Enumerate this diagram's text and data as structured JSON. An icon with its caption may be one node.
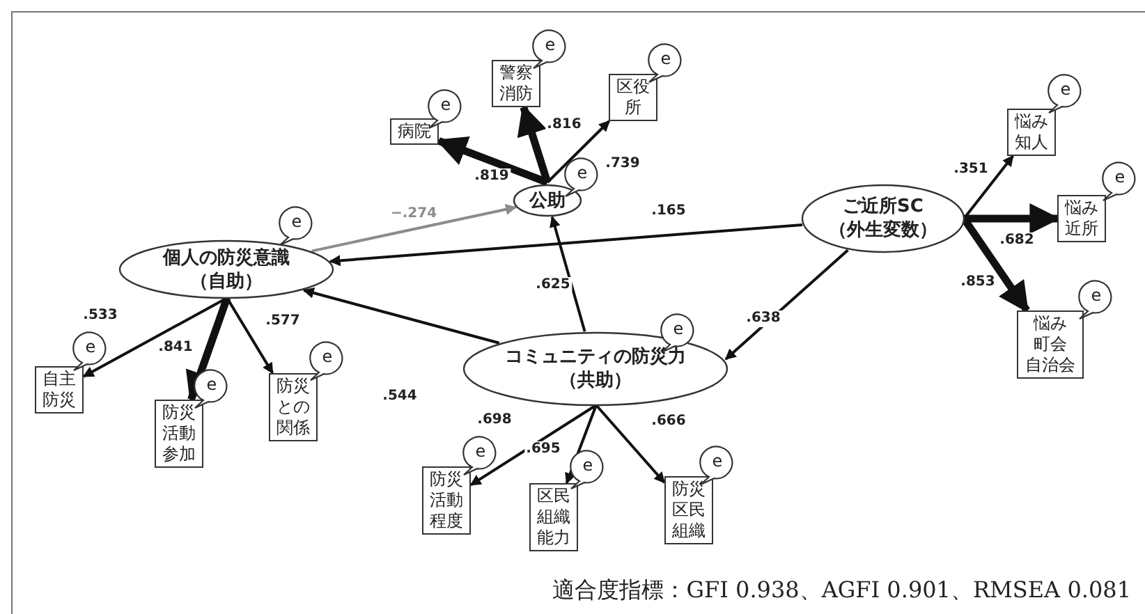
{
  "diagram": {
    "caption": "適合度指標：GFI 0.938、AGFI 0.901、RMSEA 0.081",
    "nodes": [
      {
        "text": [
          "警察消防"
        ]
      },
      {
        "text": [
          "e"
        ]
      },
      {
        "text": [
          "区役所"
        ]
      },
      {
        "text": [
          "e"
        ]
      },
      {
        "text": [
          "病院"
        ]
      },
      {
        "text": [
          "e"
        ]
      },
      {
        "text": [
          "公助"
        ]
      },
      {
        "text": [
          "e"
        ]
      },
      {
        "text": [
          "悩み",
          "知人"
        ]
      },
      {
        "text": [
          "e"
        ]
      },
      {
        "text": [
          "悩み",
          "近所"
        ]
      },
      {
        "text": [
          "e"
        ]
      },
      {
        "text": [
          "個人の防災意識",
          "（自助）"
        ]
      },
      {
        "text": [
          "e"
        ]
      },
      {
        "text": [
          "ご近所SC",
          "（外生変数）"
        ]
      },
      {
        "text": [
          "コミュニティの防災力",
          "（共助）"
        ]
      },
      {
        "text": [
          "e"
        ]
      },
      {
        "text": [
          "悩み",
          "町会",
          "自治会"
        ]
      },
      {
        "text": [
          "e"
        ]
      },
      {
        "text": [
          "自主防災"
        ]
      },
      {
        "text": [
          "e"
        ]
      },
      {
        "text": [
          "防災活動参加"
        ]
      },
      {
        "text": [
          "e"
        ]
      },
      {
        "text": [
          "防災との関係"
        ]
      },
      {
        "text": [
          "e"
        ]
      },
      {
        "text": [
          "防災活動程度"
        ]
      },
      {
        "text": [
          "e"
        ]
      },
      {
        "text": [
          "区民組織能力"
        ]
      },
      {
        "text": [
          "e"
        ]
      },
      {
        "text": [
          "防災区民組織"
        ]
      },
      {
        "text": [
          "e"
        ]
      }
    ],
    "edges": [
      {
        "from": 6,
        "to": 4,
        "arrow": "to",
        "label": ".819",
        "style": "thick"
      },
      {
        "from": 6,
        "to": 0,
        "arrow": "to",
        "label": ".816",
        "style": "thick"
      },
      {
        "from": 6,
        "to": 2,
        "arrow": "to",
        "label": ".739"
      },
      {
        "from": 12,
        "to": 6,
        "arrow": "to",
        "label": "−.274",
        "color": "#8c8c8c"
      },
      {
        "from": 14,
        "to": 12,
        "arrow": "to",
        "label": ".165"
      },
      {
        "from": 15,
        "to": 12,
        "arrow": "to",
        "label": ".544"
      },
      {
        "from": 15,
        "to": 6,
        "arrow": "to",
        "label": ".625"
      },
      {
        "from": 14,
        "to": 15,
        "arrow": "to",
        "label": ".638"
      },
      {
        "from": 14,
        "to": 8,
        "arrow": "to",
        "label": ".351"
      },
      {
        "from": 14,
        "to": 10,
        "arrow": "to",
        "label": ".682",
        "style": "thick"
      },
      {
        "from": 14,
        "to": 17,
        "arrow": "to",
        "label": ".853",
        "style": "thick"
      },
      {
        "from": 12,
        "to": 19,
        "arrow": "to",
        "label": ".533"
      },
      {
        "from": 12,
        "to": 21,
        "arrow": "to",
        "label": ".841",
        "style": "thick"
      },
      {
        "from": 12,
        "to": 23,
        "arrow": "to",
        "label": ".577"
      },
      {
        "from": 15,
        "to": 25,
        "arrow": "to",
        "label": ".698"
      },
      {
        "from": 15,
        "to": 27,
        "arrow": "to",
        "label": ".695"
      },
      {
        "from": 15,
        "to": 29,
        "arrow": "to",
        "label": ".666"
      }
    ]
  }
}
